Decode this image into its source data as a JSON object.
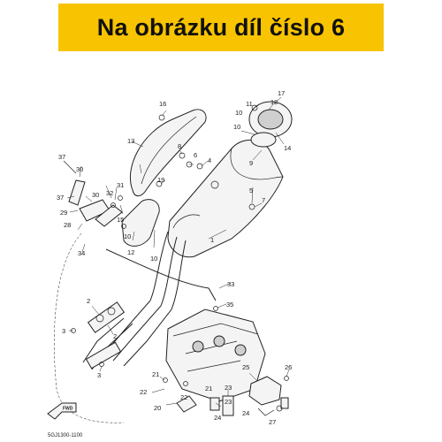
{
  "banner": {
    "text": "Na obrázku díl číslo 6",
    "color": "#f8c300"
  },
  "diagram": {
    "code": "5GJ1300-1100",
    "fwd_label": "FWD",
    "callouts": [
      "1",
      "2",
      "3",
      "4",
      "5",
      "6",
      "7",
      "8",
      "9",
      "10",
      "11",
      "12",
      "13",
      "14",
      "15",
      "16",
      "17",
      "18",
      "19",
      "20",
      "21",
      "22",
      "23",
      "24",
      "25",
      "26",
      "27",
      "28",
      "29",
      "30",
      "31",
      "32",
      "33",
      "34",
      "35",
      "37"
    ]
  }
}
